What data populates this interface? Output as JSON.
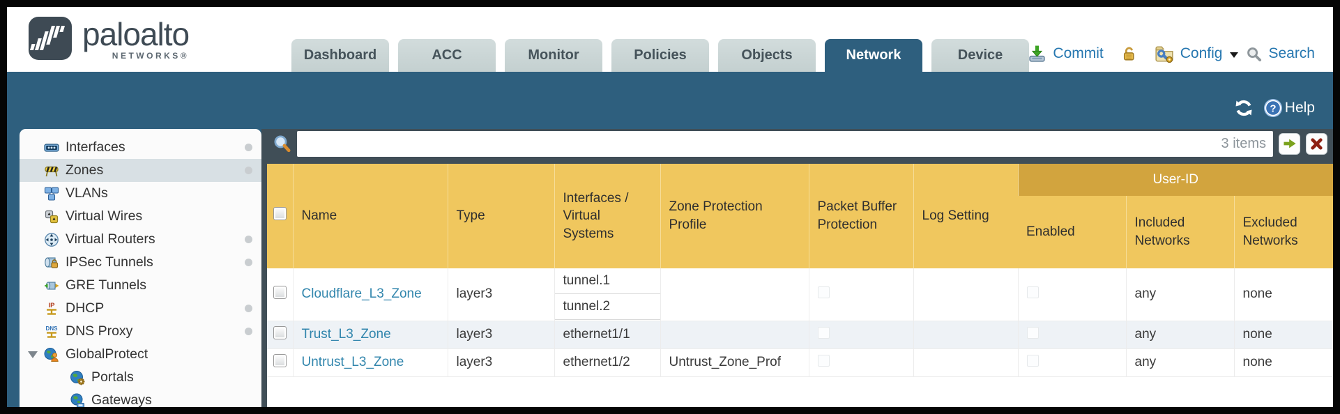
{
  "header": {
    "logo": {
      "brand": "paloalto",
      "sub": "NETWORKS®"
    },
    "tabs": [
      {
        "label": "Dashboard",
        "active": false
      },
      {
        "label": "ACC",
        "active": false
      },
      {
        "label": "Monitor",
        "active": false
      },
      {
        "label": "Policies",
        "active": false
      },
      {
        "label": "Objects",
        "active": false
      },
      {
        "label": "Network",
        "active": true
      },
      {
        "label": "Device",
        "active": false
      }
    ],
    "actions": {
      "commit": "Commit",
      "config": "Config",
      "search": "Search"
    }
  },
  "toolbar": {
    "help_label": "Help"
  },
  "sidebar": {
    "items": [
      {
        "label": "Interfaces",
        "dot": true
      },
      {
        "label": "Zones",
        "dot": true,
        "selected": true
      },
      {
        "label": "VLANs"
      },
      {
        "label": "Virtual Wires"
      },
      {
        "label": "Virtual Routers",
        "dot": true
      },
      {
        "label": "IPSec Tunnels",
        "dot": true
      },
      {
        "label": "GRE Tunnels"
      },
      {
        "label": "DHCP",
        "dot": true
      },
      {
        "label": "DNS Proxy",
        "dot": true
      },
      {
        "label": "GlobalProtect",
        "expanded": true
      },
      {
        "label": "Portals",
        "child": true
      },
      {
        "label": "Gateways",
        "child": true
      }
    ]
  },
  "filterbar": {
    "items_count": "3 items",
    "value": ""
  },
  "table": {
    "group_header": "User-ID",
    "columns": [
      "Name",
      "Type",
      "Interfaces / Virtual Systems",
      "Zone Protection Profile",
      "Packet Buffer Protection",
      "Log Setting",
      "Enabled",
      "Included Networks",
      "Excluded Networks"
    ],
    "rows": [
      {
        "name": "Cloudflare_L3_Zone",
        "type": "layer3",
        "interfaces": [
          "tunnel.1",
          "tunnel.2"
        ],
        "zone_protection_profile": "",
        "log_setting": "",
        "included_networks": "any",
        "excluded_networks": "none"
      },
      {
        "name": "Trust_L3_Zone",
        "type": "layer3",
        "interfaces": [
          "ethernet1/1"
        ],
        "zone_protection_profile": "",
        "log_setting": "",
        "included_networks": "any",
        "excluded_networks": "none"
      },
      {
        "name": "Untrust_L3_Zone",
        "type": "layer3",
        "interfaces": [
          "ethernet1/2"
        ],
        "zone_protection_profile": "Untrust_Zone_Prof",
        "log_setting": "",
        "included_networks": "any",
        "excluded_networks": "none"
      }
    ]
  },
  "colors": {
    "teal": "#2e5f7e",
    "header_orange": "#f0c75e",
    "userid_band": "#d2a43e",
    "link_blue": "#3286ad",
    "action_blue": "#2677b0",
    "slate": "#404e57"
  }
}
